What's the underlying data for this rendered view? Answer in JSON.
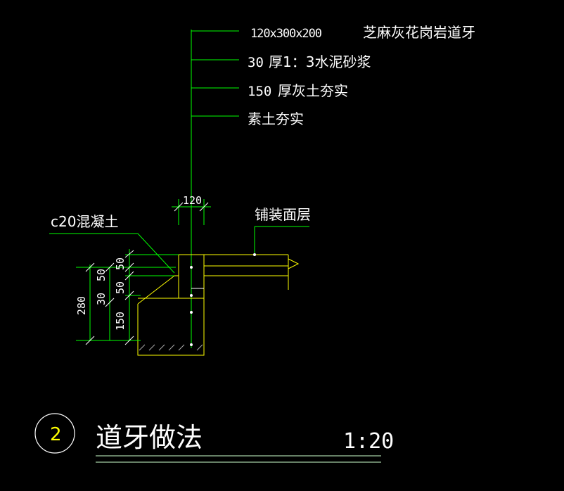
{
  "colors": {
    "background": "#000000",
    "text": "#ffffff",
    "leader_lines": "#00ff00",
    "section_outline": "#ffff00",
    "title_line": "#ccffcc",
    "circle": "#ffffff"
  },
  "layers_callout": [
    {
      "size": "120x300x200",
      "desc": "芝麻灰花岗岩道牙"
    },
    {
      "size": "30",
      "desc": "厚1：3水泥砂浆"
    },
    {
      "size": "150",
      "desc": "厚灰土夯实"
    },
    {
      "size": "",
      "desc": "素土夯实"
    }
  ],
  "labels": {
    "concrete": "c20混凝土",
    "paving": "铺装面层",
    "width_dim": "120"
  },
  "dims_left_outer": {
    "total": "280"
  },
  "dims_left_inner": [
    "50",
    "30",
    "150"
  ],
  "dims_left_top": [
    "50",
    "50"
  ],
  "title": {
    "number": "2",
    "name": "道牙做法",
    "scale": "1:20"
  }
}
